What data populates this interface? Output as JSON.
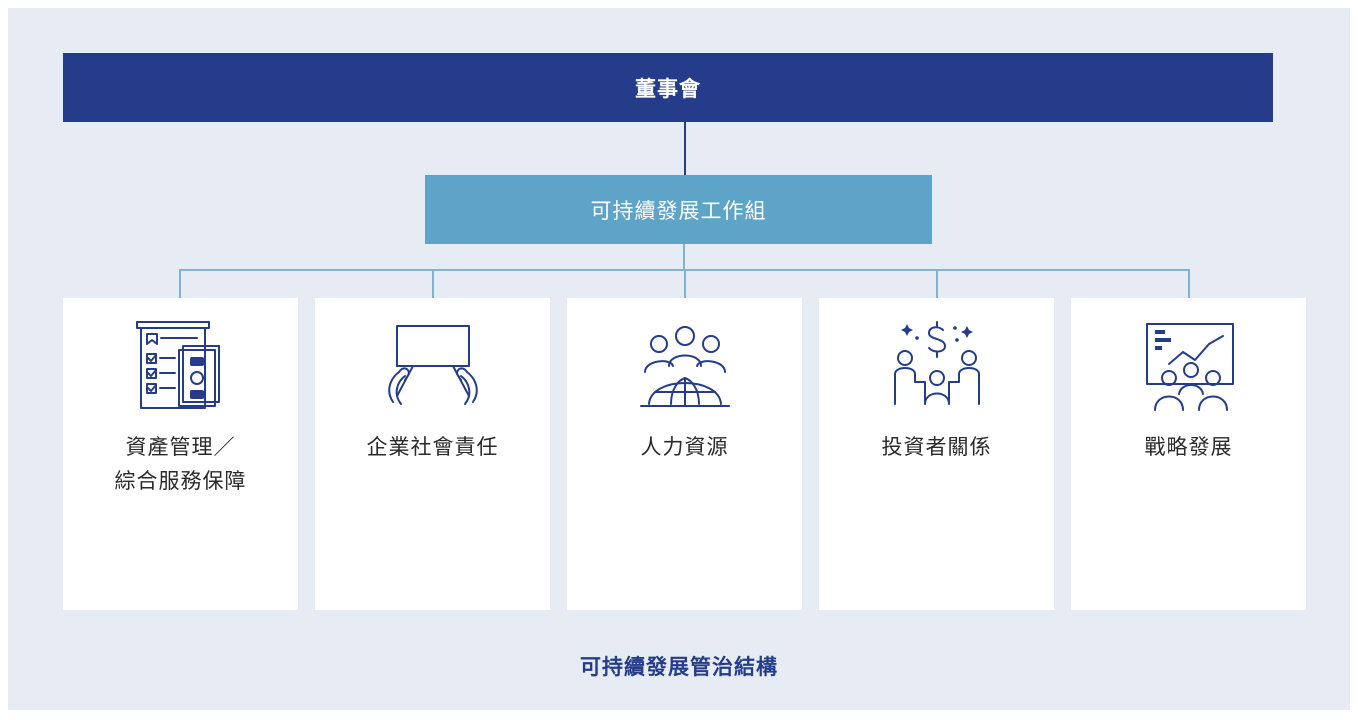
{
  "board": {
    "label": "董事會"
  },
  "workgroup": {
    "label": "可持續發展工作組"
  },
  "departments": [
    {
      "label": "資產管理／\n綜合服務保障",
      "icon": "asset-checklist-icon"
    },
    {
      "label": "企業社會責任",
      "icon": "helping-hands-icon"
    },
    {
      "label": "人力資源",
      "icon": "people-globe-icon"
    },
    {
      "label": "投資者關係",
      "icon": "investor-meeting-icon"
    },
    {
      "label": "戰略發展",
      "icon": "strategy-presentation-icon"
    }
  ],
  "caption": "可持續發展管治結構",
  "colors": {
    "panel_bg": "#e7ebf4",
    "board_bg": "#253c8b",
    "workgroup_bg": "#5ea3c8",
    "connector": "#7fb3d0",
    "card_bg": "#ffffff",
    "icon": "#253c8b"
  }
}
